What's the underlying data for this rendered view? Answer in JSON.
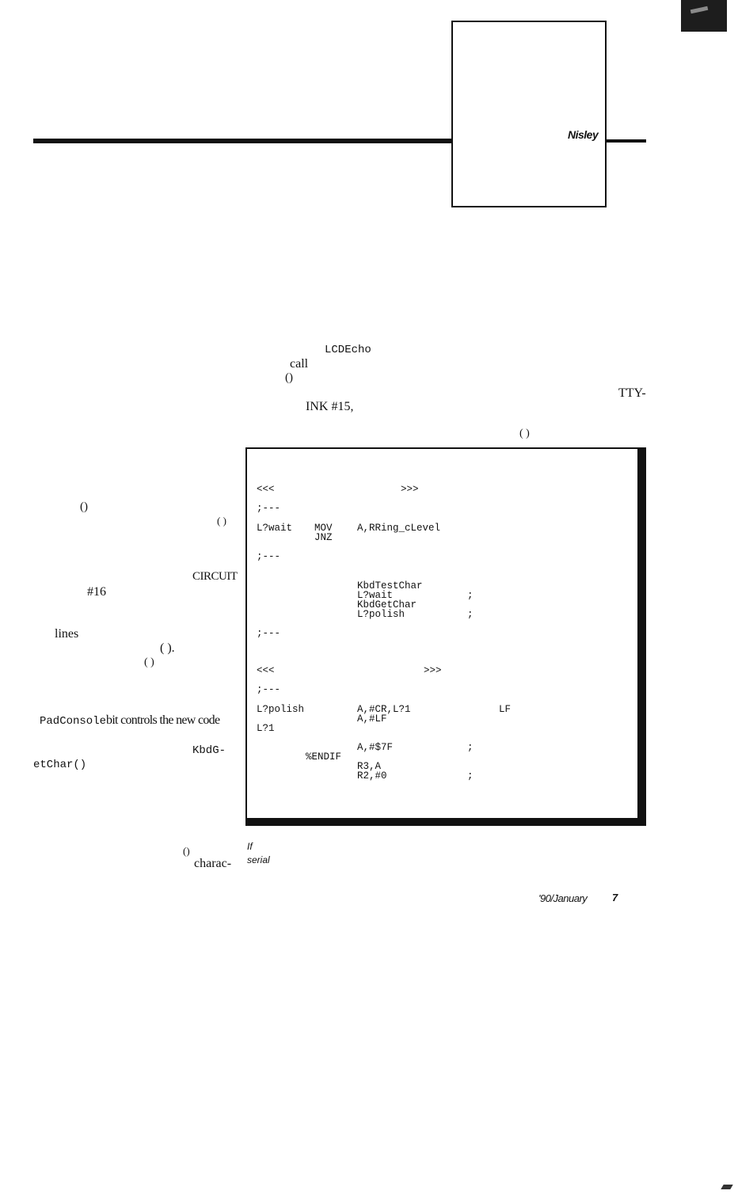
{
  "header": {
    "author": "Nisley"
  },
  "upper_fragments": {
    "lcdecho": "LCDEcho",
    "call": "call",
    "paren": "()",
    "tty": "TTY-",
    "ink": "INK #15,",
    "paren2": "( )"
  },
  "left_column": {
    "f1": "()",
    "f2": "( )",
    "f3": "CIRCUIT",
    "f4": "#16",
    "f5": "lines",
    "f6": "( ).",
    "f7": "( )",
    "f8": "PadConsole",
    "f8b": "bit controls the new code",
    "f9": "KbdG-",
    "f10": "etChar()",
    "f11": "()",
    "f12": "charac-"
  },
  "listing": {
    "l1a": "<<<",
    "l1b": ">>>",
    "l2": ";---",
    "l3a": "L?wait",
    "l3b": "MOV",
    "l3c": "A,RRing_cLevel",
    "l4": "JNZ",
    "l5": ";---",
    "l6": "KbdTestChar",
    "l7a": "L?wait",
    "l7b": ";",
    "l8": "KbdGetChar",
    "l9a": "L?polish",
    "l9b": ";",
    "l10": ";---",
    "l11a": "<<<",
    "l11b": ">>>",
    "l12": ";---",
    "l13a": "L?polish",
    "l13b": "A,#CR,L?1",
    "l13c": "LF",
    "l14": "A,#LF",
    "l15": "L?1",
    "l16a": "A,#$7F",
    "l16b": ";",
    "l17": "%ENDIF",
    "l18": "R3,A",
    "l19a": "R2,#0",
    "l19b": ";"
  },
  "caption": {
    "c1": "If",
    "c2": "serial"
  },
  "footer": {
    "issue": "'90/January",
    "page": "7"
  }
}
